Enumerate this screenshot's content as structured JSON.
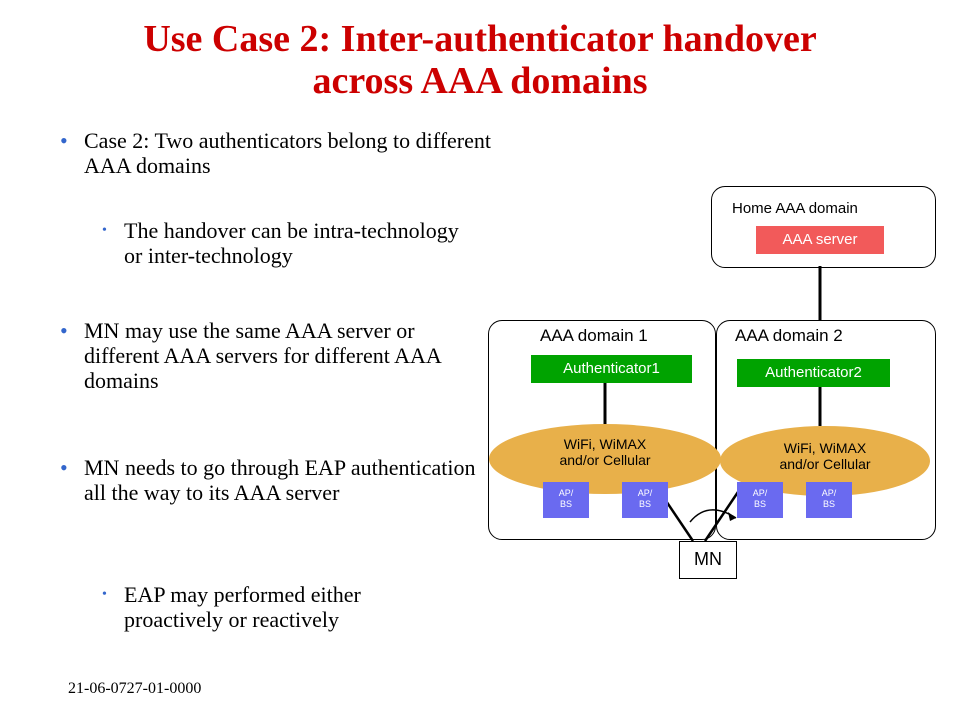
{
  "title": {
    "line1": "Use Case 2: Inter-authenticator handover",
    "line2": "across AAA domains"
  },
  "bullets": {
    "b1": "Case 2: Two authenticators belong to different AAA domains",
    "b1_sub": "The handover can be intra-technology or inter-technology",
    "b2": "MN may use the same AAA server or different AAA servers for different AAA domains",
    "b3": "MN needs to go through EAP authentication all the way to its AAA server",
    "b3_sub": "EAP may performed either proactively or reactively"
  },
  "footer": "21-06-0727-01-0000",
  "diagram": {
    "home_domain_label": "Home AAA domain",
    "aaa_server": "AAA server",
    "domain1_label": "AAA domain  1",
    "domain2_label": "AAA domain  2",
    "authenticator1": "Authenticator1",
    "authenticator2": "Authenticator2",
    "access_net_line1": "WiFi, WiMAX",
    "access_net_line2": "and/or Cellular",
    "ap_label_line1": "AP/",
    "ap_label_line2": "BS",
    "mn": "MN"
  },
  "colors": {
    "title": "#cc0000",
    "bullet": "#3366cc",
    "authenticator": "#00a300",
    "aaa_server": "#f25a5a",
    "access_net": "#e8b04a",
    "ap": "#6a6af0"
  }
}
